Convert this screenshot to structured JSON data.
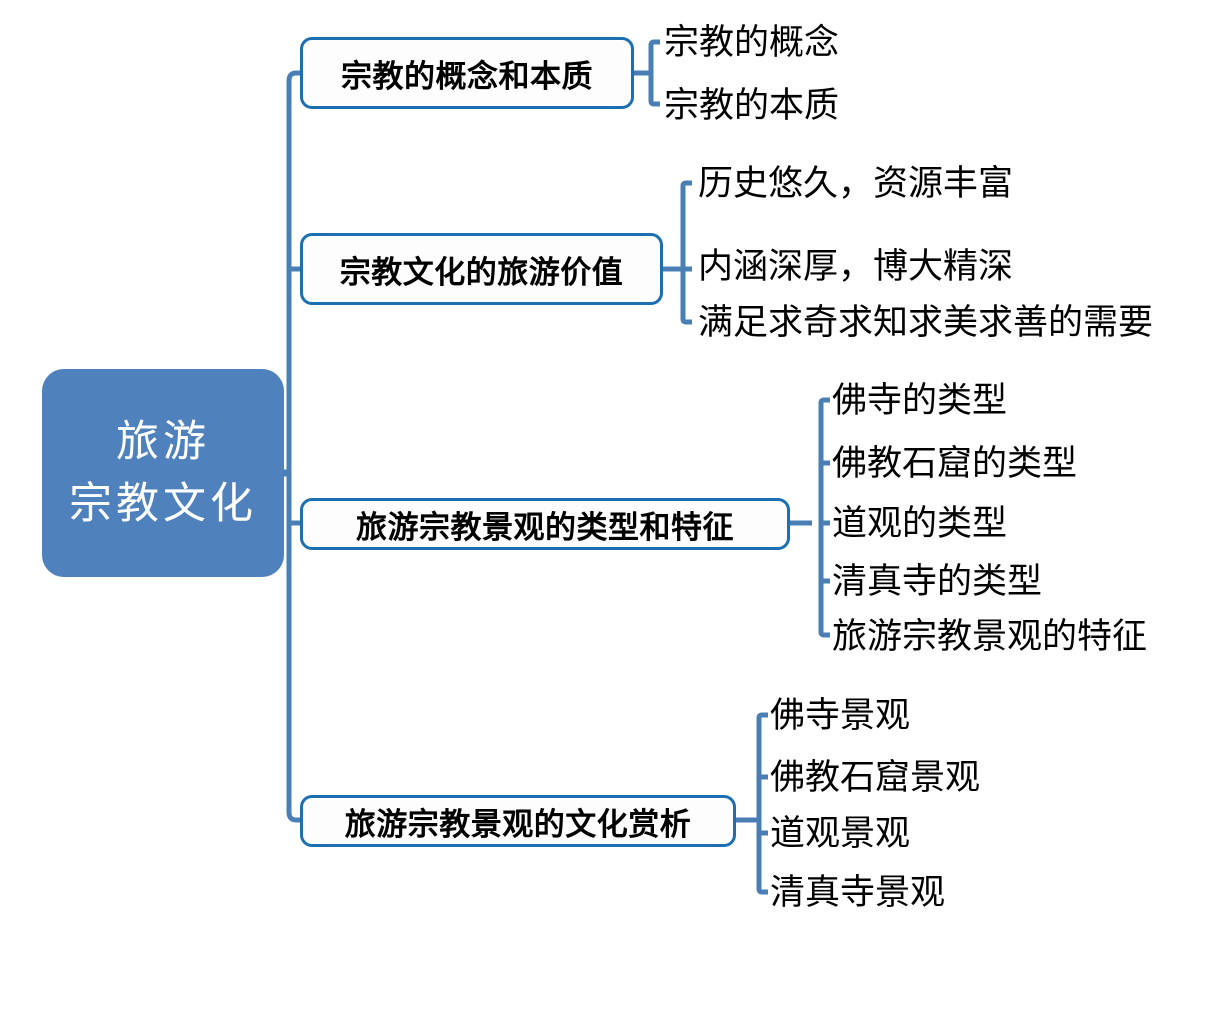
{
  "diagram": {
    "type": "mind-map",
    "title": "旅游宗教文化",
    "root": {
      "line1": "旅游",
      "line2": "宗教文化",
      "fill_color": "#4f81bd",
      "text_color": "#ffffff"
    },
    "connector_color": "#4a7fb5",
    "branch_border_color": "#1c6fb0",
    "branches": [
      {
        "label": "宗教的概念和本质",
        "leaves": [
          "宗教的概念",
          "宗教的本质"
        ]
      },
      {
        "label": "宗教文化的旅游价值",
        "leaves": [
          "历史悠久，资源丰富",
          "内涵深厚，博大精深",
          "满足求奇求知求美求善的需要"
        ]
      },
      {
        "label": "旅游宗教景观的类型和特征",
        "leaves": [
          "佛寺的类型",
          "佛教石窟的类型",
          "道观的类型",
          "清真寺的类型",
          "旅游宗教景观的特征"
        ]
      },
      {
        "label": "旅游宗教景观的文化赏析",
        "leaves": [
          "佛寺景观",
          "佛教石窟景观",
          "道观景观",
          "清真寺景观"
        ]
      }
    ]
  }
}
